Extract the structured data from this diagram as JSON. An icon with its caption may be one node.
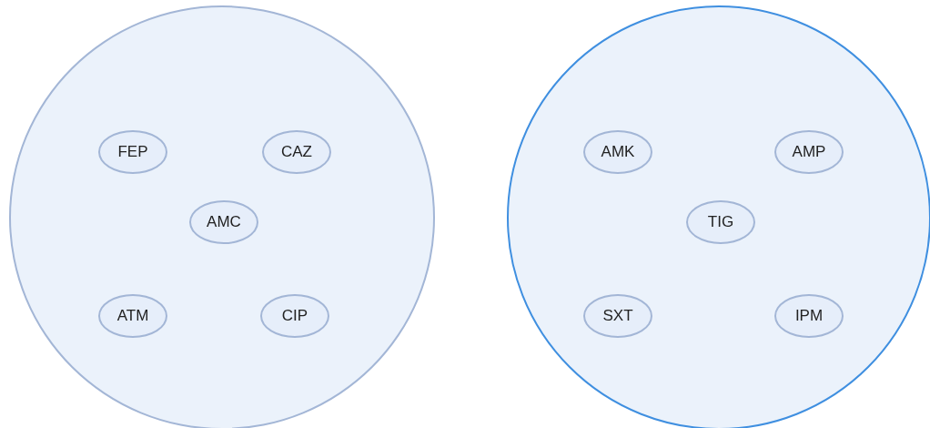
{
  "diagram": {
    "nodes": [
      {
        "text": [],
        "shape": "circle"
      },
      {
        "text": [
          "FEP"
        ],
        "in": 0
      },
      {
        "text": [
          "CAZ"
        ],
        "in": 0
      },
      {
        "text": [
          "AMC"
        ],
        "in": 0
      },
      {
        "text": [
          "ATM"
        ],
        "in": 0
      },
      {
        "text": [
          "CIP"
        ],
        "in": 0
      },
      {
        "text": [],
        "shape": "circle"
      },
      {
        "text": [
          "AMK"
        ],
        "in": 6
      },
      {
        "text": [
          "AMP"
        ],
        "in": 6
      },
      {
        "text": [
          "TIG"
        ],
        "in": 6
      },
      {
        "text": [
          "SXT"
        ],
        "in": 6
      },
      {
        "text": [
          "IPM"
        ],
        "in": 6
      }
    ]
  }
}
